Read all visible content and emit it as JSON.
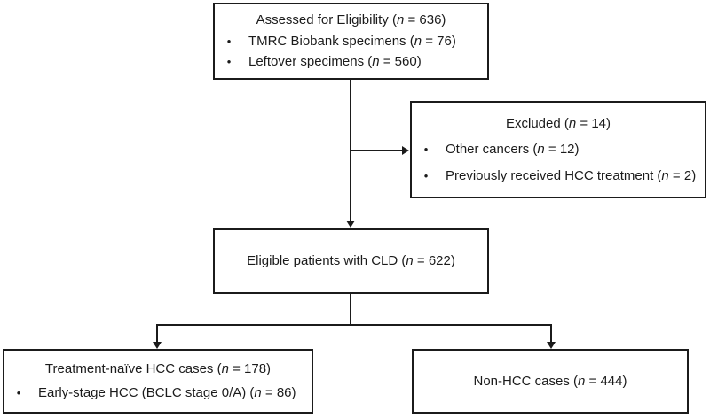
{
  "diagram": {
    "bullet_char": "•",
    "colors": {
      "line": "#1b1b1b",
      "text": "#1b1b1b",
      "background": "#ffffff"
    },
    "boxes": {
      "assessed": {
        "title": "Assessed for Eligibility (*n* = 636)",
        "bullets": [
          "TMRC Biobank specimens (*n* = 76)",
          "Leftover specimens (*n* = 560)"
        ]
      },
      "excluded": {
        "title": "Excluded (*n* = 14)",
        "bullets": [
          "Other cancers (*n* = 12)",
          "Previously received HCC treatment (*n* = 2)"
        ]
      },
      "eligible": {
        "title": "Eligible patients with CLD (*n* = 622)"
      },
      "treatment_naive": {
        "title": "Treatment-naïve HCC cases (*n* = 178)",
        "bullets": [
          "Early-stage HCC (BCLC stage 0/A) (*n* = 86)"
        ]
      },
      "non_hcc": {
        "title": "Non-HCC cases (*n* = 444)"
      }
    }
  }
}
